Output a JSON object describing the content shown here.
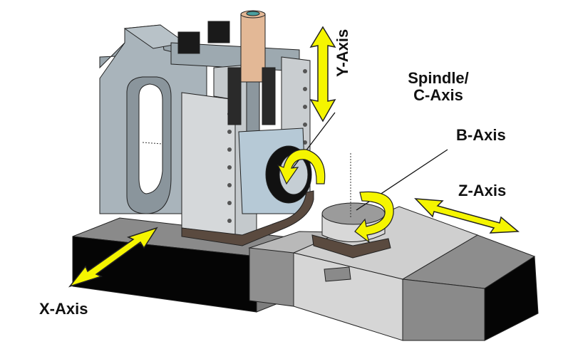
{
  "labels": {
    "y_axis": "Y-Axis",
    "spindle_line1": "Spindle/",
    "spindle_line2": "C-Axis",
    "b_axis": "B-Axis",
    "z_axis": "Z-Axis",
    "x_axis": "X-Axis"
  },
  "colors": {
    "arrow_fill": "#f5f500",
    "arrow_stroke": "#222222",
    "column_gray": "#a9b4bb",
    "panel_light": "#d4d7d9",
    "base_dark": "#0a0a0a",
    "base_gray": "#8c8c8c",
    "bed_light": "#cfcfcf",
    "spindle_tube": "#e3b896",
    "bronze_plate": "#5a4a3f",
    "table_gray": "#c8c8c8"
  }
}
